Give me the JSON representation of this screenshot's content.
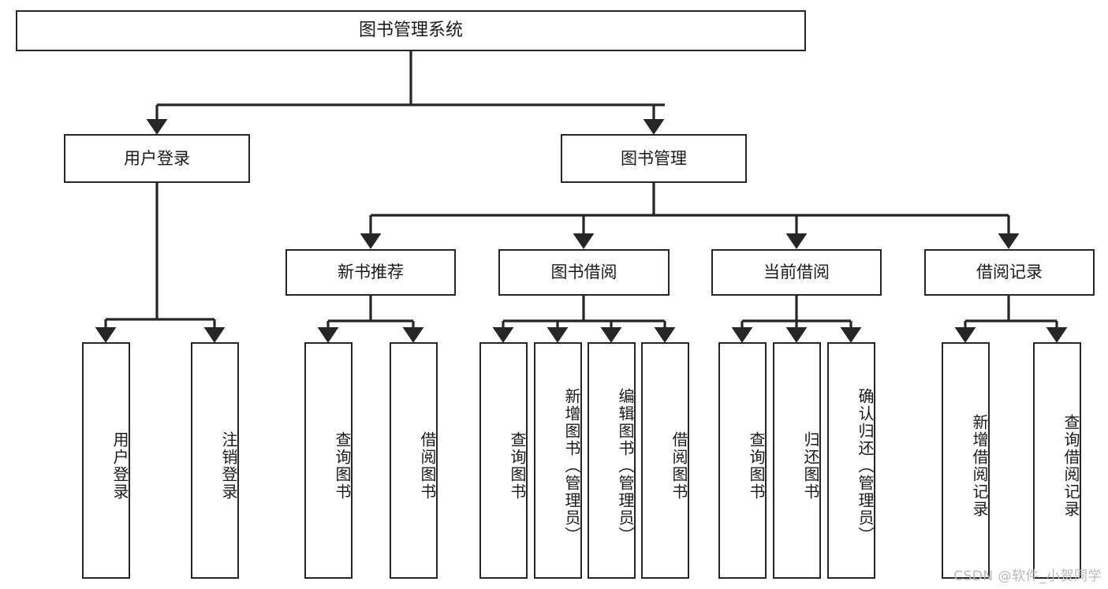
{
  "diagram": {
    "title": "图书管理系统",
    "watermark": "CSDN @软件_小贺同学",
    "colors": {
      "box_border": "#262626",
      "box_fill": "#ffffff",
      "edge": "#262626",
      "background": "#ffffff",
      "watermark": "#b9b9b9"
    },
    "nodes": {
      "root": {
        "label": "图书管理系统"
      },
      "level2": [
        {
          "id": "user-login",
          "label": "用户登录"
        },
        {
          "id": "book-manage",
          "label": "图书管理"
        }
      ],
      "level3": [
        {
          "id": "new-book-recommend",
          "label": "新书推荐"
        },
        {
          "id": "book-borrow",
          "label": "图书借阅"
        },
        {
          "id": "current-borrow",
          "label": "当前借阅"
        },
        {
          "id": "borrow-record",
          "label": "借阅记录"
        }
      ],
      "leaves": {
        "user-login": [
          {
            "id": "leaf-user-login",
            "label": "用户登录"
          },
          {
            "id": "leaf-logout",
            "label": "注销登录"
          }
        ],
        "new-book-recommend": [
          {
            "id": "leaf-query-book-1",
            "label": "查询图书"
          },
          {
            "id": "leaf-borrow-book-1",
            "label": "借阅图书"
          }
        ],
        "book-borrow": [
          {
            "id": "leaf-query-book-2",
            "label": "查询图书"
          },
          {
            "id": "leaf-add-book",
            "label": "新增图书（管理员）"
          },
          {
            "id": "leaf-edit-book",
            "label": "编辑图书（管理员）"
          },
          {
            "id": "leaf-borrow-book-2",
            "label": "借阅图书"
          }
        ],
        "current-borrow": [
          {
            "id": "leaf-query-book-3",
            "label": "查询图书"
          },
          {
            "id": "leaf-return-book",
            "label": "归还图书"
          },
          {
            "id": "leaf-confirm-return",
            "label": "确认归还（管理员）"
          }
        ],
        "borrow-record": [
          {
            "id": "leaf-add-record",
            "label": "新增借阅记录"
          },
          {
            "id": "leaf-query-record",
            "label": "查询借阅记录"
          }
        ]
      }
    }
  }
}
